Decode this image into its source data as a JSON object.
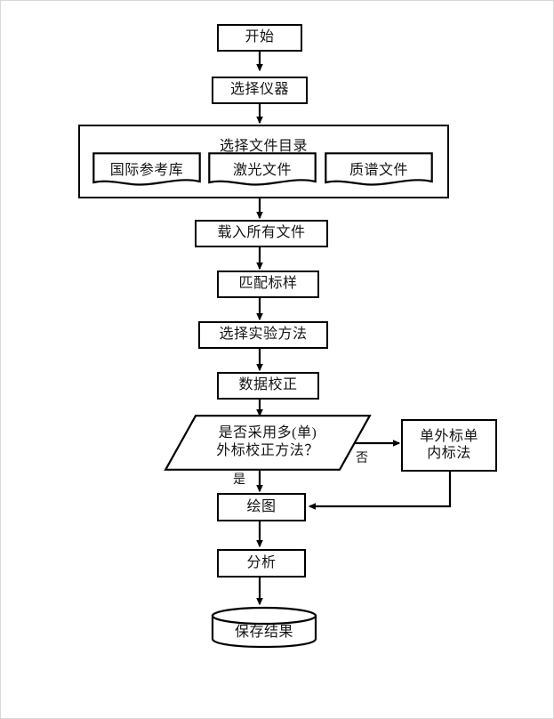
{
  "diagram": {
    "title_text": "",
    "colors": {
      "stroke": "#000000",
      "background": "#ffffff",
      "text": "#141414",
      "page_border": "#d8d8d8"
    },
    "nodes": {
      "start": {
        "label": "开始",
        "shape": "process"
      },
      "select_instrument": {
        "label": "选择仪器",
        "shape": "process"
      },
      "select_file_directory": {
        "label": "选择文件目录",
        "shape": "group"
      },
      "intl_reference_library": {
        "label": "国际参考库",
        "shape": "document"
      },
      "laser_file": {
        "label": "激光文件",
        "shape": "document"
      },
      "mass_spec_file": {
        "label": "质谱文件",
        "shape": "document"
      },
      "load_all_files": {
        "label": "载入所有文件",
        "shape": "process"
      },
      "match_standard": {
        "label": "匹配标样",
        "shape": "process"
      },
      "select_experiment_method": {
        "label": "选择实验方法",
        "shape": "process"
      },
      "data_correction": {
        "label": "数据校正",
        "shape": "process"
      },
      "decision_calibration": {
        "label": "是否采用多(单)\n外标校正方法？",
        "shape": "parallelogram"
      },
      "single_external_internal": {
        "label": "单外标单\n内标法",
        "shape": "process"
      },
      "plot": {
        "label": "绘图",
        "shape": "process"
      },
      "analyze": {
        "label": "分析",
        "shape": "process"
      },
      "save_results": {
        "label": "保存结果",
        "shape": "cylinder"
      }
    },
    "edge_labels": {
      "yes": "是",
      "no": "否"
    }
  }
}
